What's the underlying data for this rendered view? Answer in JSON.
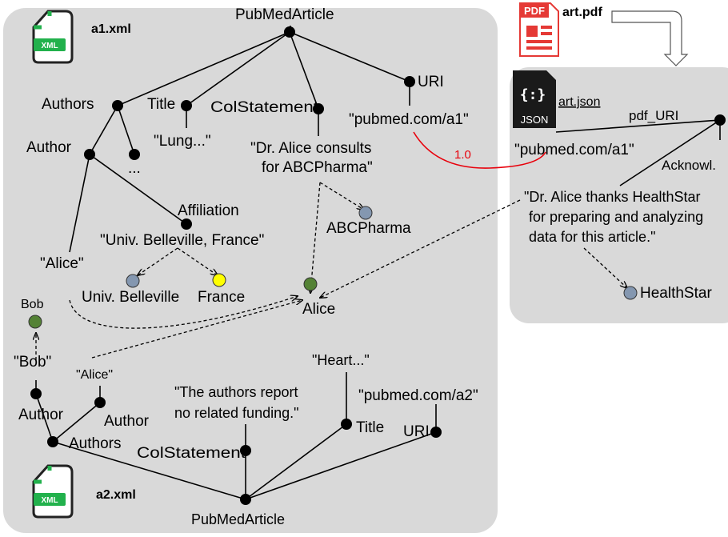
{
  "colors": {
    "panel_fill": "#d9d9d9",
    "entity_gray_blue": "#8497b0",
    "entity_green": "#548235",
    "entity_yellow": "#ffff00",
    "link_red": "#e8000b",
    "xml_badge_green": "#22b14c",
    "pdf_red": "#e53935"
  },
  "icons": {
    "xml": "xml-file-icon",
    "json": "json-file-icon",
    "pdf": "pdf-file-icon"
  },
  "doc1": {
    "file": "a1.xml",
    "badge": "XML",
    "root": "PubMedArticle",
    "authors": "Authors",
    "author": "Author",
    "ellipsis": "...",
    "title": "Title",
    "title_value": "\"Lung...\"",
    "coi": "ColStatement",
    "coi_value_line1": "\"Dr. Alice consults",
    "coi_value_line2": "for  ABCPharma\"",
    "uri": "URI",
    "uri_value": "\"pubmed.com/a1\"",
    "affiliation": "Affiliation",
    "affiliation_value": "\"Univ. Belleville, France\"",
    "author_value": "\"Alice\""
  },
  "entities": {
    "univ": "Univ. Belleville",
    "france": "France",
    "abcpharma": "ABCPharma",
    "alice": "Alice",
    "bob": "Bob",
    "healthstar": "HealthStar"
  },
  "doc2": {
    "file": "a2.xml",
    "badge": "XML",
    "root": "PubMedArticle",
    "authors": "Authors",
    "author1": "Author",
    "author2": "Author",
    "bob_value": "\"Bob\"",
    "alice_value": "\"Alice\"",
    "coi": "ColStatement",
    "coi_value_line1": "\"The authors report",
    "coi_value_line2": "no related funding.\"",
    "title": "Title",
    "title_value": "\"Heart...\"",
    "uri": "URI",
    "uri_value": "\"pubmed.com/a2\""
  },
  "pdf": {
    "file": "art.pdf",
    "badge": "PDF"
  },
  "json_doc": {
    "file": "art.json",
    "badge": "JSON",
    "braces": "{:}",
    "pdf_uri": "pdf_URI",
    "pdf_uri_value": "\"pubmed.com/a1\"",
    "acknowl": "Acknowl.",
    "ack_line1": "\"Dr. Alice thanks HealthStar",
    "ack_line2": "for preparing and analyzing",
    "ack_line3": "data for this article.\""
  },
  "link_weight": "1.0"
}
